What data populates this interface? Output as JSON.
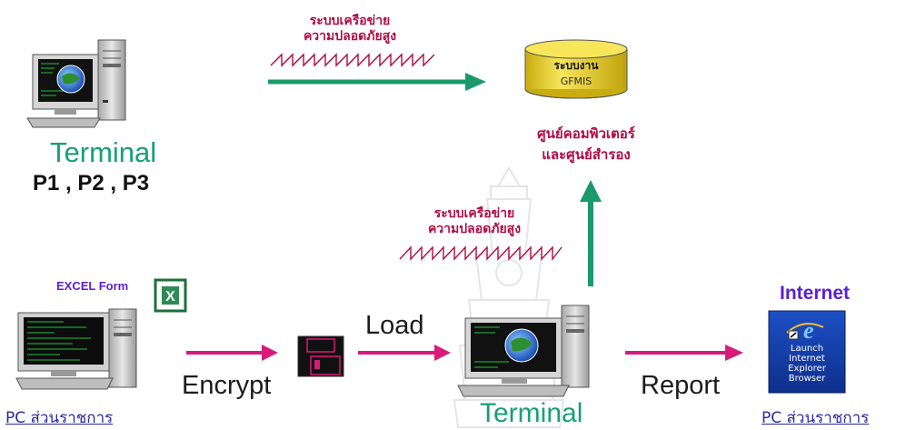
{
  "secure_network_top": {
    "line1": "ระบบเครือข่าย",
    "line2": "ความปลอดภัยสูง"
  },
  "secure_network_mid": {
    "line1": "ระบบเครือข่าย",
    "line2": "ความปลอดภัยสูง"
  },
  "gfmis_db": {
    "line1": "ระบบงาน",
    "line2": "GFMIS"
  },
  "computer_center": {
    "line1": "ศูนย์คอมพิวเตอร์",
    "line2": "และศูนย์สำรอง"
  },
  "top_terminal": {
    "label": "Terminal",
    "sublabel": "P1 , P2 , P3"
  },
  "excel_form_label": "EXCEL Form",
  "pc_left_label": "PC ส่วนราชการ",
  "encrypt_label": "Encrypt",
  "load_label": "Load",
  "bottom_terminal_label": "Terminal",
  "report_label": "Report",
  "internet_label": "Internet",
  "ie_icon_text": {
    "line1": "Launch",
    "line2": "Internet",
    "line3": "Explorer",
    "line4": "Browser"
  },
  "pc_right_label": "PC ส่วนราชการ",
  "colors": {
    "green_arrow": "#1a9a6a",
    "pink_arrow": "#d81b79",
    "maroon_text": "#b00c42",
    "terminal_green": "#17a078",
    "internet_purple": "#5b1fd0",
    "link_blue": "#2a2a9c",
    "db_yellow": "#f2dc3a"
  }
}
